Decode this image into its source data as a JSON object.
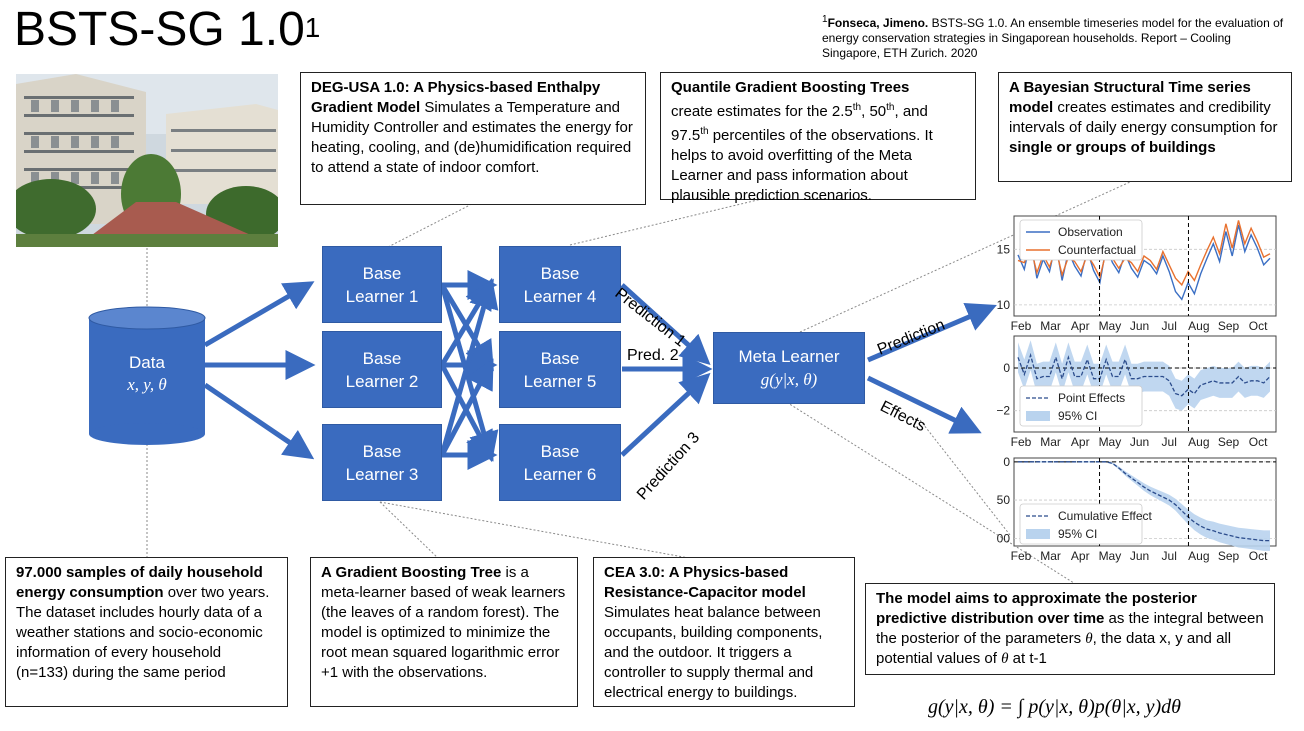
{
  "title": {
    "main": "BSTS-SG 1.0",
    "sup": "1"
  },
  "reference": {
    "marker": "1",
    "authors": "Fonseca, Jimeno.",
    "text": " BSTS-SG 1.0. An ensemble timeseries model for the evaluation of energy conservation strategies in Singaporean households. Report – Cooling Singapore, ETH Zurich. 2020"
  },
  "data_node": {
    "label": "Data",
    "vars": "x, y, θ"
  },
  "learners": {
    "b1": [
      "Base",
      "Learner 1"
    ],
    "b2": [
      "Base",
      "Learner 2"
    ],
    "b3": [
      "Base",
      "Learner 3"
    ],
    "b4": [
      "Base",
      "Learner 4"
    ],
    "b5": [
      "Base",
      "Learner 5"
    ],
    "b6": [
      "Base",
      "Learner 6"
    ],
    "meta": [
      "Meta Learner",
      "g(y|x, θ)"
    ]
  },
  "edge_labels": {
    "p1": "Prediction 1",
    "p2": "Pred. 2",
    "p3": "Prediction 3",
    "prediction": "Prediction",
    "effects": "Effects"
  },
  "boxes": {
    "deg": {
      "bold": "DEG-USA 1.0: A Physics-based Enthalpy Gradient Model",
      "text": " Simulates a Temperature and Humidity Controller and estimates the energy for heating, cooling, and (de)humidification required to attend a state of indoor comfort."
    },
    "qgbt": {
      "bold": "Quantile Gradient Boosting Trees",
      "t1": "create estimates for the 2.5",
      "s1": "th",
      "t2": ", 50",
      "s2": "th",
      "t3": ", and 97.5",
      "s3": "th",
      "t4": " percentiles of the observations. It helps to avoid overfitting of the Meta Learner and pass information about plausible prediction scenarios."
    },
    "bsts": {
      "bold1": "A Bayesian Structural Time series model",
      "text": " creates estimates and credibility intervals of daily energy consumption for ",
      "bold2": "single or groups of buildings"
    },
    "samples": {
      "bold": "97.000 samples of daily household energy consumption",
      "text": " over two years. The dataset includes hourly data of a weather stations and socio-economic information of every household (n=133) during the same period"
    },
    "gbt": {
      "bold": "A Gradient Boosting Tree",
      "text": " is a meta-learner based of weak learners (the leaves of a random forest). The model is optimized to minimize the root mean squared logarithmic error +1 with the observations."
    },
    "cea": {
      "bold": "CEA 3.0: A Physics-based Resistance-Capacitor model",
      "text": " Simulates heat balance between occupants, building components, and the outdoor. It triggers a controller to supply thermal and electrical energy to buildings."
    },
    "posterior": {
      "bold": "The model aims to approximate the posterior predictive distribution over time",
      "t1": " as the integral between the posterior of the parameters ",
      "m1": "θ",
      "t2": ", the data x, y and all potential values of ",
      "m2": "θ",
      "t3": " at t-1"
    }
  },
  "formula": "g(y|x, θ) = ∫ p(y|x, θ)p(θ|x, y)dθ",
  "colors": {
    "node_fill": "#3a6bbf",
    "arrow": "#3a6bbf",
    "observation": "#3b6fc4",
    "counterfactual": "#e8712f",
    "effects": "#2b4c8c",
    "ci_band": "#b9d3ee"
  },
  "chart_data": [
    {
      "type": "line",
      "x_ticks": [
        "Feb",
        "Mar",
        "Apr",
        "May",
        "Jun",
        "Jul",
        "Aug",
        "Sep",
        "Oct"
      ],
      "y_ticks": [
        "10",
        "15"
      ],
      "ylim": [
        9,
        18
      ],
      "legend_position": "top-left",
      "vlines_months": [
        2.75,
        5.75
      ],
      "series": [
        {
          "name": "Observation",
          "values": [
            14.5,
            13.2,
            15.8,
            12.4,
            14.1,
            13.0,
            15.6,
            12.2,
            14.8,
            13.5,
            12.6,
            14.9,
            13.1,
            12.0,
            15.2,
            13.8,
            12.9,
            14.6,
            13.3,
            12.5,
            14.0,
            13.6,
            12.8,
            14.4,
            13.0,
            11.2,
            10.5,
            12.0,
            11.0,
            12.8,
            14.2,
            15.5,
            13.9,
            16.6,
            14.4,
            17.2,
            14.8,
            16.3,
            15.1,
            13.6,
            14.2
          ]
        },
        {
          "name": "Counterfactual",
          "values": [
            14.0,
            13.8,
            15.2,
            12.9,
            14.5,
            13.4,
            15.1,
            12.7,
            14.3,
            13.9,
            13.0,
            14.5,
            13.6,
            12.5,
            14.8,
            14.2,
            13.3,
            14.2,
            13.8,
            13.0,
            14.4,
            14.0,
            13.2,
            14.8,
            13.6,
            12.4,
            11.8,
            13.0,
            12.2,
            13.6,
            14.9,
            16.1,
            14.6,
            17.3,
            15.1,
            17.6,
            15.5,
            16.9,
            15.7,
            14.3,
            14.6
          ]
        }
      ]
    },
    {
      "type": "line",
      "x_ticks": [
        "Feb",
        "Mar",
        "Apr",
        "May",
        "Jun",
        "Jul",
        "Aug",
        "Sep",
        "Oct"
      ],
      "y_ticks": [
        "0",
        "−2"
      ],
      "ylim": [
        -3,
        1.5
      ],
      "legend_position": "bottom-left",
      "vlines_months": [
        2.75,
        5.75
      ],
      "series": [
        {
          "name": "Point Effects",
          "values": [
            0.5,
            -0.3,
            0.6,
            -0.5,
            -0.4,
            -0.4,
            0.5,
            -0.5,
            0.5,
            -0.4,
            -0.4,
            0.4,
            -0.5,
            -0.5,
            0.4,
            -0.4,
            -0.4,
            0.4,
            -0.5,
            -0.5,
            -0.4,
            -0.4,
            -0.4,
            -0.4,
            -0.6,
            -1.2,
            -1.3,
            -1.0,
            -1.2,
            -0.8,
            -0.7,
            -0.6,
            -0.7,
            -0.7,
            -0.7,
            -0.4,
            -0.7,
            -0.6,
            -0.6,
            -0.7,
            -0.4
          ]
        },
        {
          "name": "95% CI",
          "band_half_width": 0.7
        }
      ]
    },
    {
      "type": "area",
      "x_ticks": [
        "Feb",
        "Mar",
        "Apr",
        "May",
        "Jun",
        "Jul",
        "Aug",
        "Sep",
        "Oct"
      ],
      "y_ticks": [
        "0",
        "50",
        "00"
      ],
      "ylim": [
        110,
        -5
      ],
      "legend_position": "bottom-left",
      "vlines_months": [
        2.75,
        5.75
      ],
      "series": [
        {
          "name": "Cumulative Effect",
          "values": [
            0,
            0,
            0,
            0,
            0,
            0,
            0,
            0,
            0,
            0,
            0,
            0,
            0,
            0,
            0,
            2,
            8,
            15,
            21,
            27,
            33,
            38,
            42,
            46,
            50,
            56,
            64,
            72,
            79,
            84,
            88,
            90,
            93,
            95,
            97,
            99,
            100,
            101,
            102,
            103,
            103
          ]
        },
        {
          "name": "95% CI",
          "band_half_width_growth": 0.12
        }
      ]
    }
  ]
}
